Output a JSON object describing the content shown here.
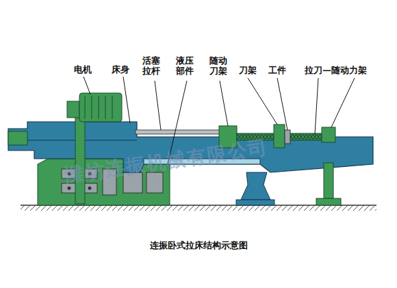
{
  "diagram": {
    "caption": "连振卧式拉床结构示意图",
    "labels": [
      "电机",
      "床身",
      "活塞 拉杆",
      "液压 部件",
      "随动 刀架",
      "刀架",
      "工件",
      "拉刀—随动力架",
      "潍坊连振机械有限公司"
    ]
  }
}
